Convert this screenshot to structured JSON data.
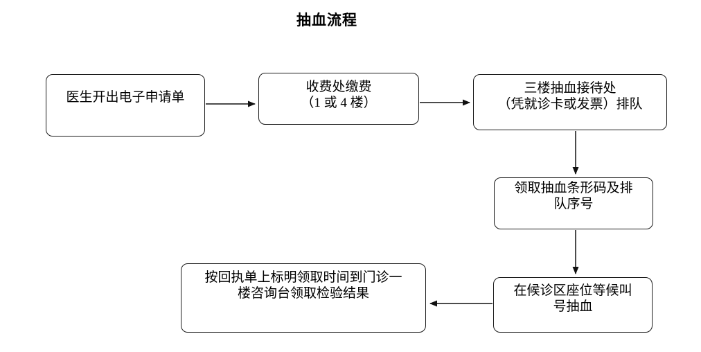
{
  "title": "抽血流程",
  "boxes": [
    {
      "id": "doctor-order",
      "lines": [
        "医生开出电子申请单"
      ]
    },
    {
      "id": "pay-fee",
      "lines": [
        "收费处缴费",
        "（1 或 4 楼）"
      ]
    },
    {
      "id": "reception-queue",
      "lines": [
        "三楼抽血接待处",
        "（凭就诊卡或发票）排队"
      ]
    },
    {
      "id": "get-barcode",
      "lines": [
        "领取抽血条形码及排",
        "队序号"
      ]
    },
    {
      "id": "wait-call",
      "lines": [
        "在候诊区座位等候叫",
        "号抽血"
      ]
    },
    {
      "id": "get-result",
      "lines": [
        "按回执单上标明领取时间到门诊一",
        "楼咨询台领取检验结果"
      ]
    }
  ],
  "colors": {
    "line": "#111111",
    "border": "#1a1a1a",
    "text": "#000000",
    "background": "#ffffff"
  }
}
